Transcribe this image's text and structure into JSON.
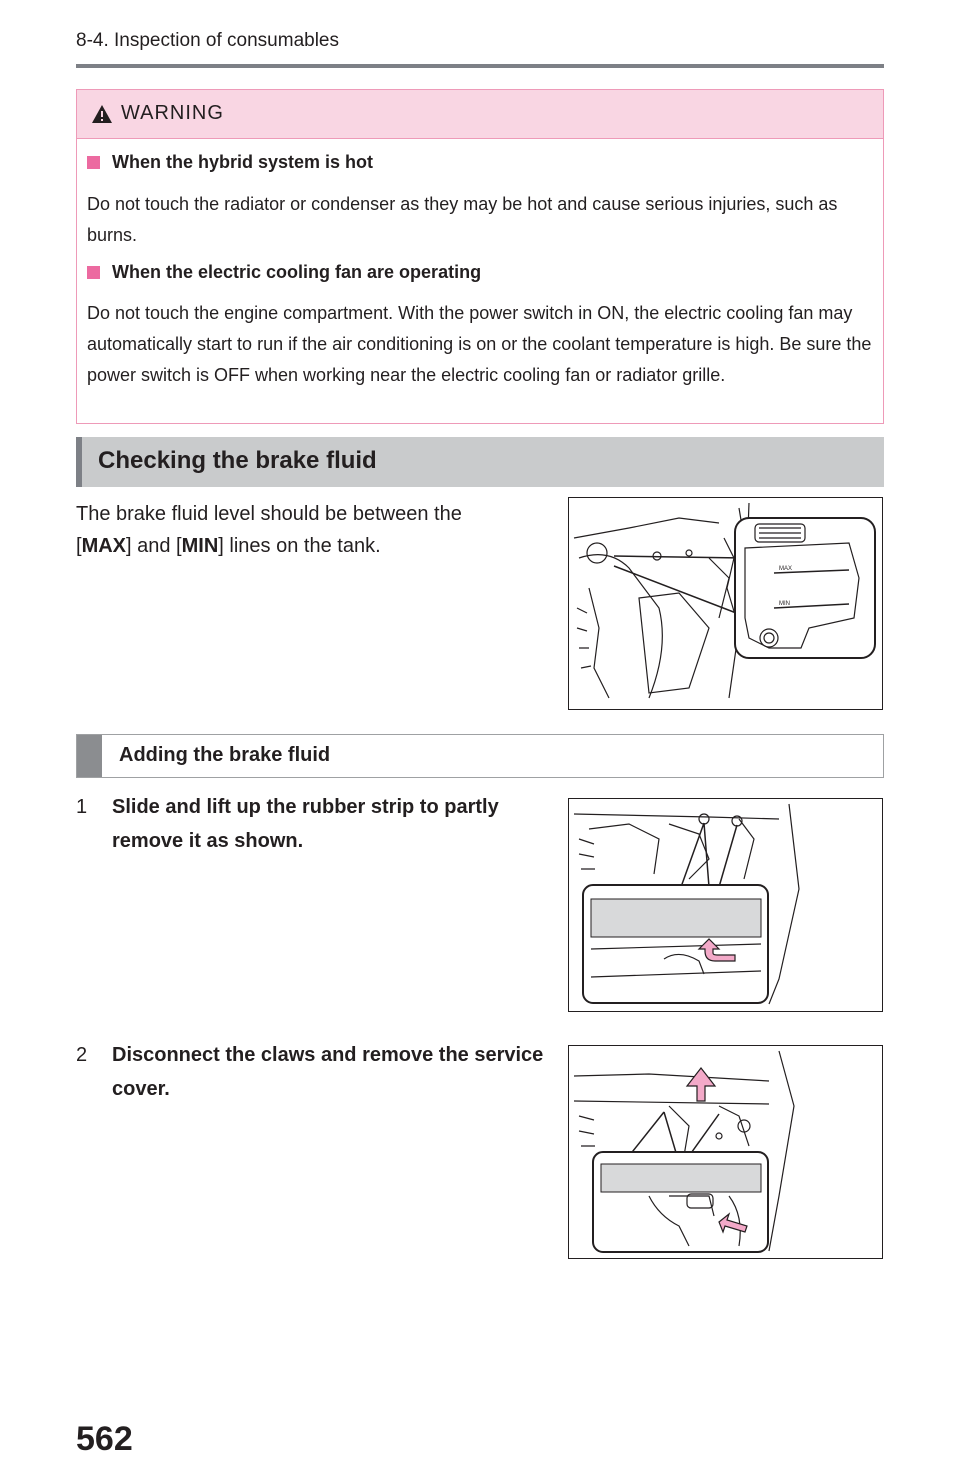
{
  "header": {
    "title": "8-4. Inspection of consumables"
  },
  "warning": {
    "label": "WARNING",
    "sections": [
      {
        "title": "When the hybrid system is hot",
        "text": "Do not touch the radiator or condenser as they may be hot and cause serious injuries, such as burns."
      },
      {
        "title": "When the electric cooling fan are operating",
        "text": "Do not touch the engine compartment. With the power switch in ON, the electric cooling fan may automatically start to run if the air conditioning is on or the coolant temperature is high. Be sure the power switch is OFF when working near the electric cooling fan or radiator grille."
      }
    ]
  },
  "section": {
    "title": "Checking the brake fluid"
  },
  "brake_level": {
    "line1": "The brake fluid level should be between the",
    "line2_pre": "[",
    "max": "MAX",
    "line2_mid": "] and [",
    "min": "MIN",
    "line2_post": "] lines on the tank."
  },
  "subsection": {
    "title": "Adding the brake fluid"
  },
  "steps": [
    {
      "num": "1",
      "text": "Slide and lift up the rubber strip to partly remove it as shown."
    },
    {
      "num": "2",
      "text": "Disconnect the claws and remove the service cover."
    }
  ],
  "figure1": {
    "max_mark": "MAX",
    "min_mark": "MIN"
  },
  "page_number": "562",
  "colors": {
    "warning_border": "#ee9ab8",
    "warning_bg": "#f9d6e3",
    "bullet": "#ec6aa0",
    "arrow": "#f3a9c8",
    "bar": "#c9cbcc"
  }
}
